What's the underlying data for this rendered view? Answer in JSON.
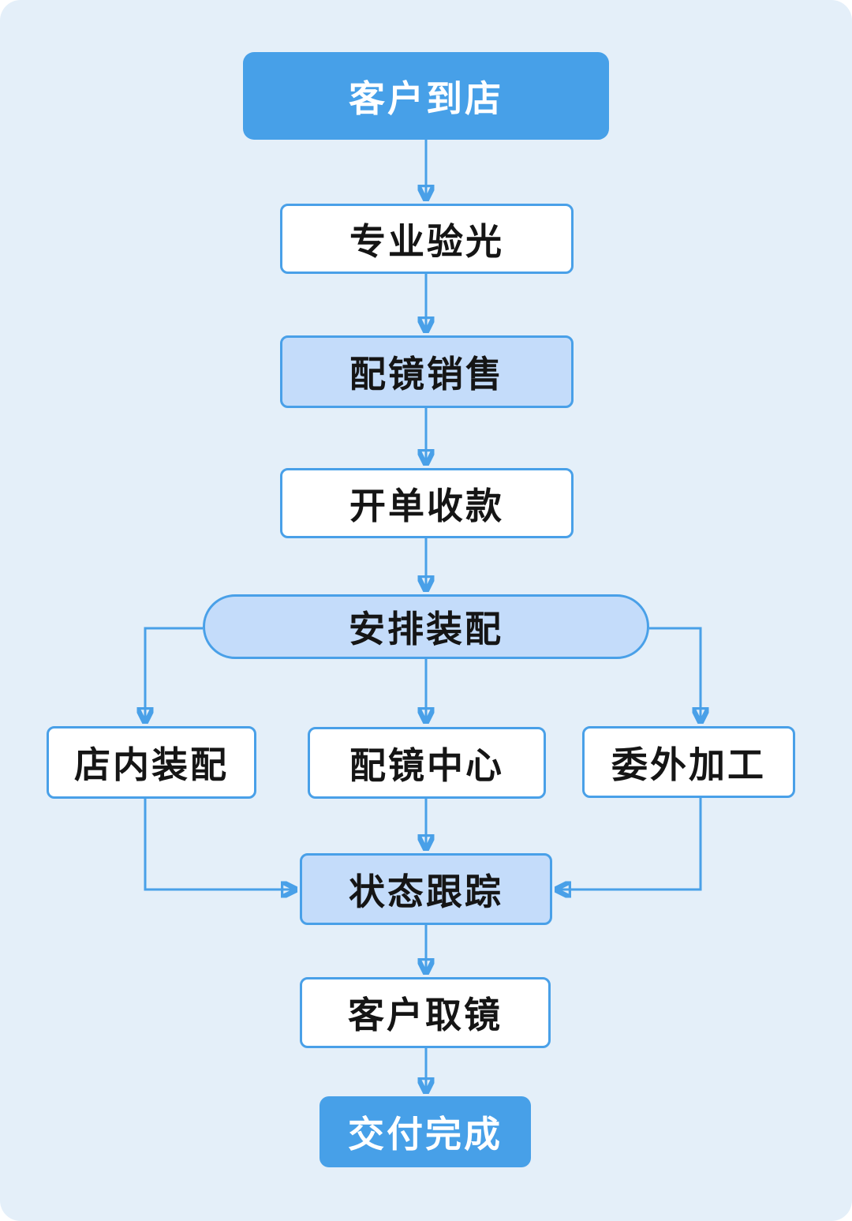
{
  "colors": {
    "background": "#e4eff9",
    "accent_blue": "#47a0e8",
    "tint_blue": "#c4dcfa",
    "line_blue": "#49a0e8",
    "text_dark": "#151515",
    "text_light": "#ffffff"
  },
  "flow": {
    "nodes": [
      {
        "id": "customer-arrive",
        "label": "客户到店",
        "variant": "solid"
      },
      {
        "id": "optometry",
        "label": "专业验光",
        "variant": "outline"
      },
      {
        "id": "sales",
        "label": "配镜销售",
        "variant": "tint"
      },
      {
        "id": "billing",
        "label": "开单收款",
        "variant": "outline"
      },
      {
        "id": "assembly",
        "label": "安排装配",
        "variant": "pill"
      },
      {
        "id": "instore",
        "label": "店内装配",
        "variant": "outline"
      },
      {
        "id": "optical-center",
        "label": "配镜中心",
        "variant": "outline"
      },
      {
        "id": "outsource",
        "label": "委外加工",
        "variant": "outline"
      },
      {
        "id": "tracking",
        "label": "状态跟踪",
        "variant": "tint"
      },
      {
        "id": "pickup",
        "label": "客户取镜",
        "variant": "outline"
      },
      {
        "id": "complete",
        "label": "交付完成",
        "variant": "solid"
      }
    ],
    "edges": [
      {
        "from": "customer-arrive",
        "to": "optometry"
      },
      {
        "from": "optometry",
        "to": "sales"
      },
      {
        "from": "sales",
        "to": "billing"
      },
      {
        "from": "billing",
        "to": "assembly"
      },
      {
        "from": "assembly",
        "to": "instore"
      },
      {
        "from": "assembly",
        "to": "optical-center"
      },
      {
        "from": "assembly",
        "to": "outsource"
      },
      {
        "from": "instore",
        "to": "tracking"
      },
      {
        "from": "optical-center",
        "to": "tracking"
      },
      {
        "from": "outsource",
        "to": "tracking"
      },
      {
        "from": "tracking",
        "to": "pickup"
      },
      {
        "from": "pickup",
        "to": "complete"
      }
    ]
  }
}
